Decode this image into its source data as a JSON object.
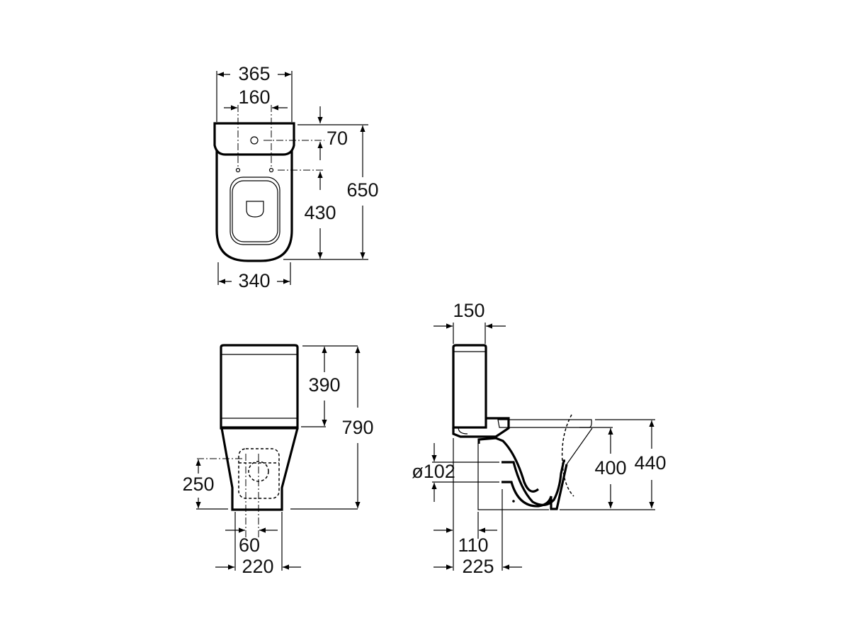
{
  "title": "Close-coupled toilet dimension drawing",
  "colors": {
    "line": "#000000",
    "background": "#ffffff"
  },
  "top_view": {
    "overall_width": "365",
    "fixing_centers": "160",
    "cistern_to_button": "70",
    "fixing_to_front": "430",
    "overall_depth": "650",
    "bowl_width": "340"
  },
  "front_view": {
    "cistern_height": "390",
    "overall_height": "790",
    "outlet_height": "250",
    "outlet_offset": "60",
    "base_width": "220"
  },
  "side_view": {
    "cistern_depth": "150",
    "outlet_diameter": "ø102",
    "rim_height": "400",
    "seat_height": "440",
    "outlet_to_wall": "110",
    "base_to_wall": "225"
  }
}
